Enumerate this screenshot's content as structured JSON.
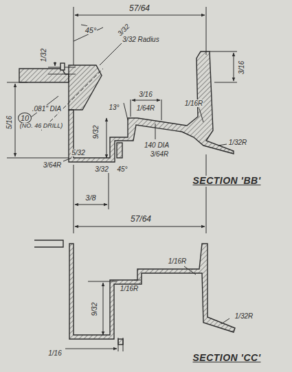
{
  "diagram": {
    "labels": [
      "57/64",
      "45°",
      "3/32",
      "3/32 Radius",
      "1/32",
      "3/16",
      "3/16",
      "1/64R",
      "13°",
      "1/16R",
      "10",
      ".081\" DIA",
      "(NO. 46 DRILL)",
      "5/16",
      "9/32",
      "140 DIA",
      "3/64R",
      "1/32R",
      "3/64R",
      "5/32",
      "3/32",
      "45°",
      "SECTION 'BB'",
      "3/8",
      "57/64",
      "1/16R",
      "1/16R",
      "9/32",
      "1/32R",
      "1/16",
      "SECTION 'CC'"
    ]
  }
}
